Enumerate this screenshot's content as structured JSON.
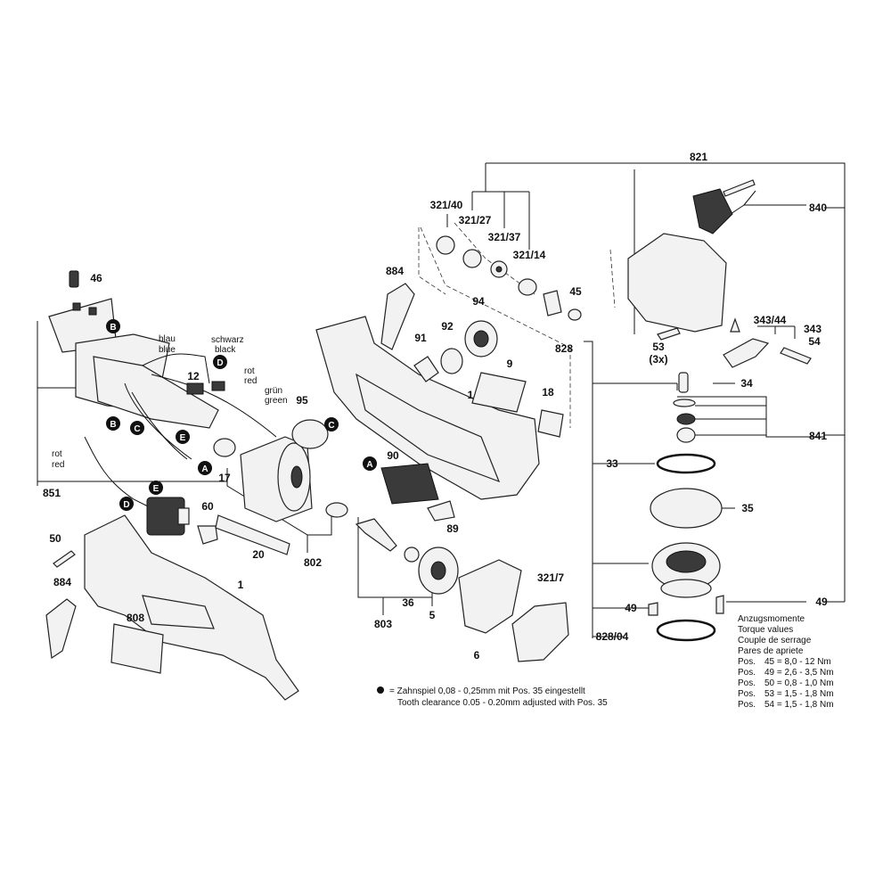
{
  "parts": {
    "p46": "46",
    "p12": "12",
    "p17": "17",
    "p95": "95",
    "p90": "90",
    "p89": "89",
    "p91": "91",
    "p92": "92",
    "p94": "94",
    "p9": "9",
    "p1a": "1",
    "p18": "18",
    "p884a": "884",
    "p851": "851",
    "p60": "60",
    "p20": "20",
    "p802": "802",
    "p50": "50",
    "p884b": "884",
    "p1b": "1",
    "p808": "808",
    "p36": "36",
    "p5": "5",
    "p803": "803",
    "p6": "6",
    "p3217": "321/7",
    "p32140": "321/40",
    "p32127": "321/27",
    "p32137": "321/37",
    "p32114": "321/14",
    "p45": "45",
    "p828": "828",
    "p821": "821",
    "p840": "840",
    "p34344": "343/44",
    "p343": "343",
    "p54": "54",
    "p53": "53",
    "p53x": "(3x)",
    "p34": "34",
    "p841": "841",
    "p33": "33",
    "p35": "35",
    "p49a": "49",
    "p49b": "49",
    "p82804": "828/04"
  },
  "wires": {
    "blau": "blau",
    "blue": "blue",
    "schwarz": "schwarz",
    "black": "black",
    "rot1": "rot",
    "red1": "red",
    "gruen": "grün",
    "green": "green",
    "rot2": "rot",
    "red2": "red"
  },
  "connectors": {
    "B": "B",
    "C": "C",
    "D": "D",
    "E": "E",
    "A": "A"
  },
  "tooth_note": {
    "line1": "= Zahnspiel 0,08 - 0,25mm mit Pos. 35 eingestellt",
    "line2": "Tooth clearance 0.05 - 0.20mm adjusted with Pos. 35"
  },
  "torque": {
    "title_de": "Anzugsmomente",
    "title_en": "Torque values",
    "title_fr": "Couple de serrage",
    "title_es": "Pares de apriete",
    "rows": [
      {
        "pos": "Pos.",
        "label": "45 = 8,0 - 12  Nm"
      },
      {
        "pos": "Pos.",
        "label": "49 = 2,6 - 3,5 Nm"
      },
      {
        "pos": "Pos.",
        "label": "50 = 0,8 - 1,0 Nm"
      },
      {
        "pos": "Pos.",
        "label": "53 = 1,5 - 1,8 Nm"
      },
      {
        "pos": "Pos.",
        "label": "54 = 1,5 - 1,8 Nm"
      }
    ]
  },
  "colors": {
    "ink": "#111111",
    "part_fill": "#f2f2f2",
    "dark_part": "#3a3a3a"
  }
}
